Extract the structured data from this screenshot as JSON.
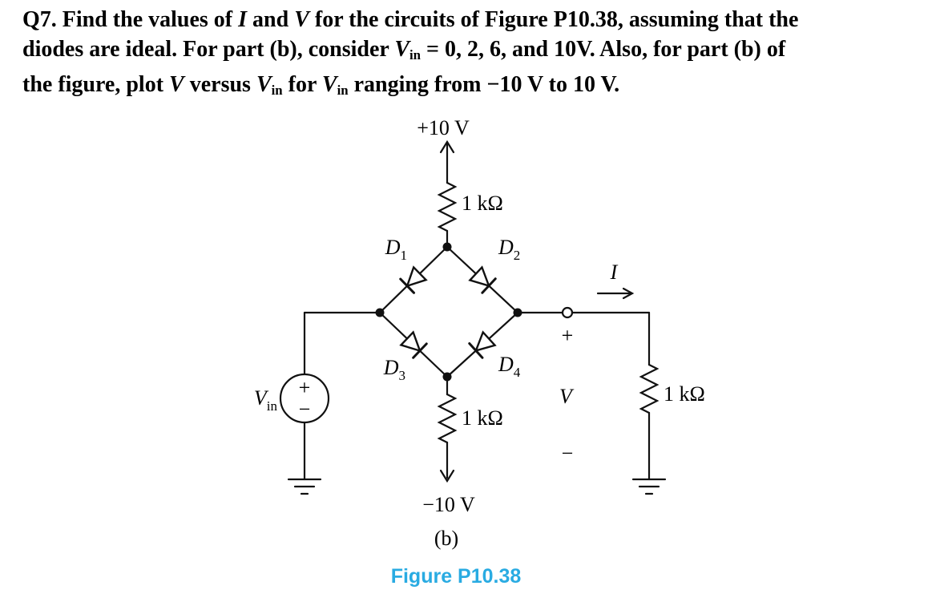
{
  "problem": {
    "lines": [
      [
        {
          "t": "Q7. Find the values of ",
          "s": "b"
        },
        {
          "t": "I",
          "s": "bi"
        },
        {
          "t": " and ",
          "s": "b"
        },
        {
          "t": "V",
          "s": "bi"
        },
        {
          "t": " for the circuits of Figure P10.38, assuming that the",
          "s": "b"
        }
      ],
      [
        {
          "t": "diodes are ideal. For part (b), consider ",
          "s": "b"
        },
        {
          "t": "V",
          "s": "bi"
        },
        {
          "t": "in",
          "s": "bsub"
        },
        {
          "t": " = 0, 2, 6, and 10V. Also, for part (b) of",
          "s": "b"
        }
      ],
      [
        {
          "t": "the figure, plot ",
          "s": "b"
        },
        {
          "t": "V",
          "s": "bi"
        },
        {
          "t": " versus ",
          "s": "b"
        },
        {
          "t": "V",
          "s": "bi"
        },
        {
          "t": "in",
          "s": "bsub"
        },
        {
          "t": " for ",
          "s": "b"
        },
        {
          "t": "V",
          "s": "bi"
        },
        {
          "t": "in",
          "s": "bsub"
        },
        {
          "t": " ranging from −10 V to 10 V.",
          "s": "b"
        }
      ]
    ]
  },
  "circuit": {
    "supply_top": "+10 V",
    "supply_bottom": "−10 V",
    "resistor_top": "1 kΩ",
    "resistor_right": "1 kΩ",
    "resistor_bottom": "1 kΩ",
    "diodes": {
      "d1": {
        "letter": "D",
        "sub": "1"
      },
      "d2": {
        "letter": "D",
        "sub": "2"
      },
      "d3": {
        "letter": "D",
        "sub": "3"
      },
      "d4": {
        "letter": "D",
        "sub": "4"
      }
    },
    "source": {
      "letter": "V",
      "sub": "in",
      "plus": "+",
      "minus": "−"
    },
    "output": {
      "current": "I",
      "plus": "+",
      "voltage": "V",
      "minus": "−"
    },
    "sublabel": "(b)",
    "caption": "Figure P10.38",
    "colors": {
      "caption": "#29abe2",
      "ink": "#111111"
    }
  }
}
